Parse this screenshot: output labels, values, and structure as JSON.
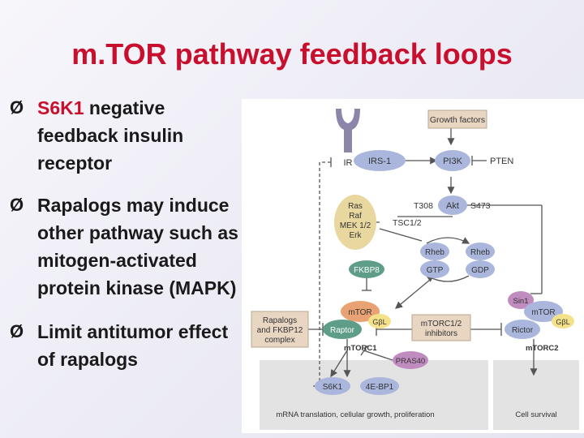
{
  "slide": {
    "title": "m.TOR pathway feedback loops",
    "bullets": [
      {
        "highlight": "S6K1",
        "text": " negative feedback insulin receptor"
      },
      {
        "text": "Rapalogs may induce other pathway such as mitogen-activated protein kinase (MAPK)"
      },
      {
        "text": "Limit antitumor effect of rapalogs"
      }
    ],
    "bullet_marker": "Ø"
  },
  "diagram": {
    "growth_factors": "Growth factors",
    "ir": "IR",
    "irs1": "IRS-1",
    "pi3k": "PI3K",
    "pten": "PTEN",
    "t308": "T308",
    "akt": "Akt",
    "s473": "S473",
    "ras_lines": [
      "Ras",
      "Raf",
      "MEK 1/2",
      "Erk"
    ],
    "tsc": "TSC1/2",
    "rheb": "Rheb",
    "gtp": "GTP",
    "gdp": "GDP",
    "fkbp8": "FKBP8",
    "rapalogs_lines": [
      "Rapalogs",
      "and FKBP12",
      "complex"
    ],
    "mtor": "mTOR",
    "gbl": "GβL",
    "raptor": "Raptor",
    "mtorc1": "mTORC1",
    "inhibitor_lines": [
      "mTORC1/2",
      "inhibitors"
    ],
    "sin1": "Sin1",
    "rictor": "Rictor",
    "mtorc2": "mTORC2",
    "pras40": "PRAS40",
    "s6k1": "S6K1",
    "ebp1": "4E-BP1",
    "footer_left": "mRNA translation, cellular growth, proliferation",
    "footer_right": "Cell survival"
  },
  "colors": {
    "title": "#c8102e",
    "protein_blue": "#aab6dc",
    "protein_green": "#5e9e88",
    "ras_tan": "#e8d8a0",
    "mtor_orange": "#e8a274",
    "gbl_yellow": "#f4e28a",
    "box_tan": "#e8d6c2",
    "pras_purple": "#c08cc0",
    "panel_gray": "#e3e3e3",
    "receptor": "#8e86a8"
  }
}
